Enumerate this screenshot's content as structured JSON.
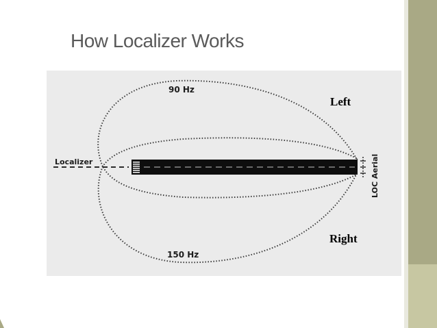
{
  "slide": {
    "title": "How Localizer Works"
  },
  "diagram": {
    "lobe_top_label": "90 Hz",
    "lobe_bottom_label": "150 Hz",
    "localizer_label": "Localizer",
    "aerial_label": "LOC Aerial",
    "left_label": "Left",
    "right_label": "Right"
  },
  "colors": {
    "accent_dark": "#a9a985",
    "accent_light": "#c7c7a2",
    "title_color": "#5a5a5a",
    "figure_bg": "#ebebeb"
  }
}
